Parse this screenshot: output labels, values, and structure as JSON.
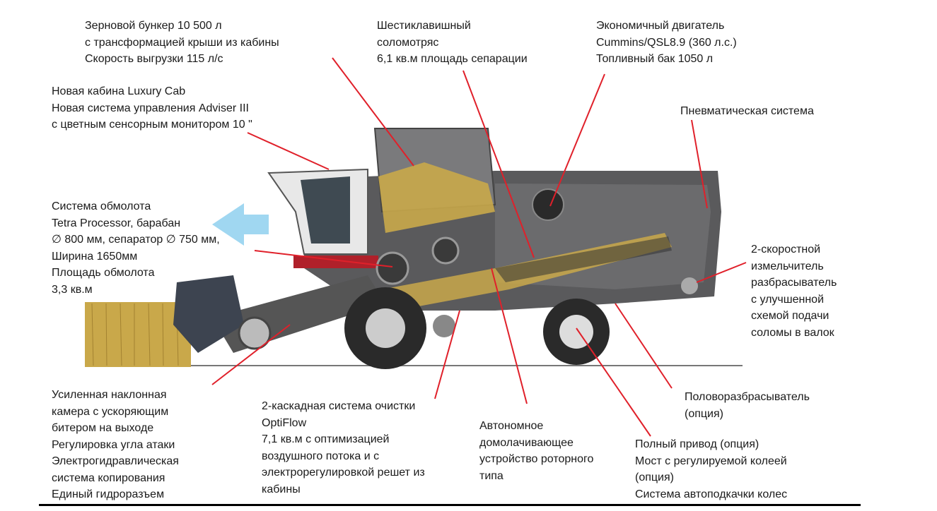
{
  "colors": {
    "leader": "#e0202a",
    "body": "#5a5a5c",
    "grain": "#c9a84a",
    "arrow": "#8fd0ee"
  },
  "labels": {
    "bunker": [
      "Зерновой бункер  10 500 л",
      "с трансформацией крыши из кабины",
      "Скорость выгрузки 115 л/с"
    ],
    "cab": [
      "Новая кабина Luxury Cab",
      "Новая система управления Adviser III",
      "с цветным сенсорным монитором 10 \""
    ],
    "threshing": [
      "Система обмолота",
      "Tetra Processor, барабан",
      "∅ 800 мм, сепаратор ∅ 750 мм,",
      "Ширина 1650мм",
      "Площадь обмолота",
      "3,3 кв.м"
    ],
    "straw_walker": [
      "Шестиклавишный",
      "соломотряс",
      "6,1 кв.м площадь сепарации"
    ],
    "engine": [
      "Экономичный двигатель",
      "Cummins/QSL8.9 (360 л.с.)",
      "Топливный бак 1050 л"
    ],
    "pneumatic": [
      "Пневматическая система"
    ],
    "chopper": [
      "2-скоростной",
      "измельчитель",
      "разбрасыватель",
      "с улучшенной",
      "схемой подачи",
      "соломы в валок"
    ],
    "feeder": [
      "Усиленная наклонная",
      "камера с ускоряющим",
      "битером на выходе",
      "Регулировка угла атаки",
      "Электрогидравлическая",
      "система копирования",
      "Единый гидроразъем"
    ],
    "cleaning": [
      "2-каскадная система очистки",
      "OptiFlow",
      "7,1 кв.м с оптимизацией",
      "воздушного потока и с",
      "электрорегулировкой решет из",
      "кабины"
    ],
    "rethresher": [
      "Автономное",
      "домолачивающее",
      "устройство роторного",
      "типа"
    ],
    "chaff_spreader": [
      "Половоразбрасыватель",
      "(опция)"
    ],
    "drive": [
      "Полный привод (опция)",
      "Мост с регулируемой колеей",
      "(опция)",
      "Система автоподкачки колес"
    ]
  }
}
